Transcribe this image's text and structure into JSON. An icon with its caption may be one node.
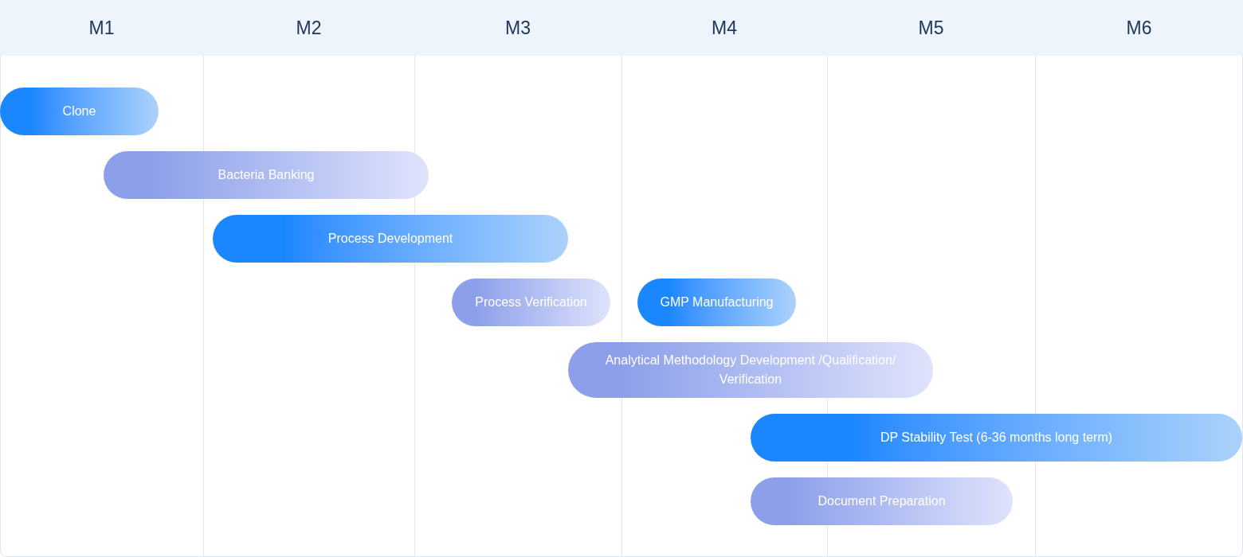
{
  "diagram": {
    "nodes": [
      {
        "text": [
          "M1"
        ]
      },
      {
        "text": [
          "M2"
        ]
      },
      {
        "text": [
          "M3"
        ]
      },
      {
        "text": [
          "M4"
        ]
      },
      {
        "text": [
          "M5"
        ]
      },
      {
        "text": [
          "M6"
        ]
      },
      {
        "text": [
          "Clone"
        ]
      },
      {
        "text": [
          "Bacteria Banking"
        ]
      },
      {
        "text": [
          "Process Development"
        ]
      },
      {
        "text": [
          "Process Verification"
        ]
      },
      {
        "text": [
          "GMP Manufacturing"
        ]
      },
      {
        "text": [
          "Analytical Methodology Development /Qualification/ Verification"
        ]
      },
      {
        "text": [
          "DP Stability Test (6-36 months long term)"
        ]
      },
      {
        "text": [
          "Document Preparation"
        ]
      }
    ]
  }
}
